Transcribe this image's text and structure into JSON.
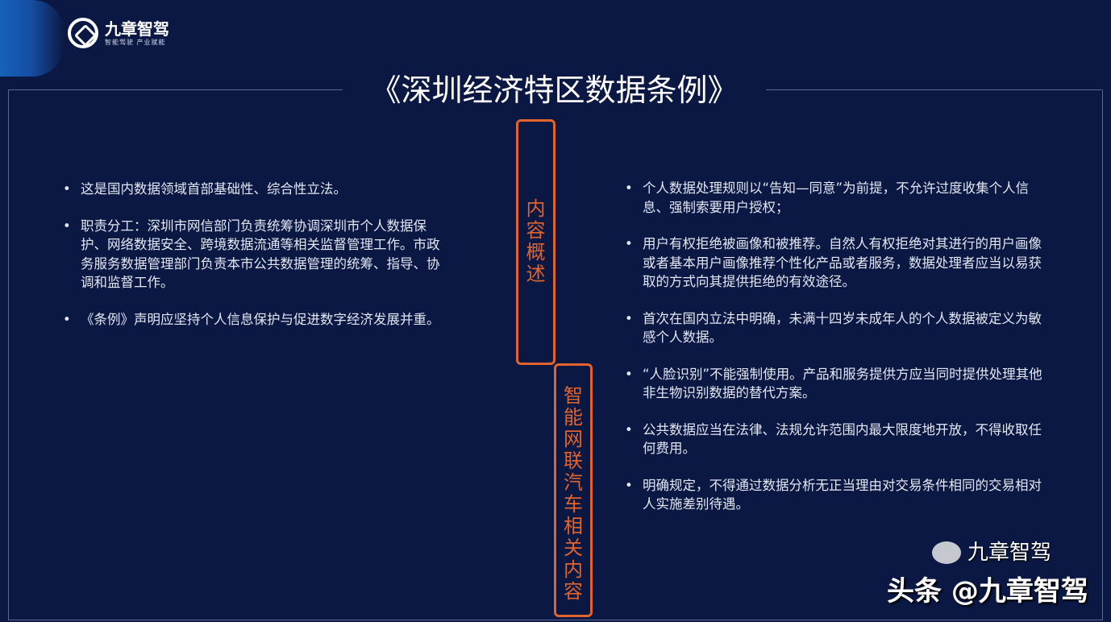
{
  "logo": {
    "name": "九章智驾",
    "tagline": "智能驾驶 产业赋能"
  },
  "title": "《深圳经济特区数据条例》",
  "labels": {
    "overview": "内容概述",
    "icv": "智能网联汽车相关内容"
  },
  "accent_color": "#e2632b",
  "left_items": [
    "这是国内数据领域首部基础性、综合性立法。",
    "职责分工：深圳市网信部门负责统筹协调深圳市个人数据保护、网络数据安全、跨境数据流通等相关监督管理工作。市政务服务数据管理部门负责本市公共数据管理的统筹、指导、协调和监督工作。",
    "《条例》声明应坚持个人信息保护与促进数字经济发展并重。"
  ],
  "right_items": [
    "个人数据处理规则以“告知—同意”为前提，不允许过度收集个人信息、强制索要用户授权；",
    "用户有权拒绝被画像和被推荐。自然人有权拒绝对其进行的用户画像或者基本用户画像推荐个性化产品或者服务，数据处理者应当以易获取的方式向其提供拒绝的有效途径。",
    "首次在国内立法中明确，未满十四岁未成年人的个人数据被定义为敏感个人数据。",
    "“人脸识别”不能强制使用。产品和服务提供方应当同时提供处理其他非生物识别数据的替代方案。",
    "公共数据应当在法律、法规允许范围内最大限度地开放，不得收取任何费用。",
    "明确规定，不得通过数据分析无正当理由对交易条件相同的交易相对人实施差别待遇。"
  ],
  "watermark": {
    "text": "头条 @九章智驾",
    "wechat": "九章智驾"
  }
}
